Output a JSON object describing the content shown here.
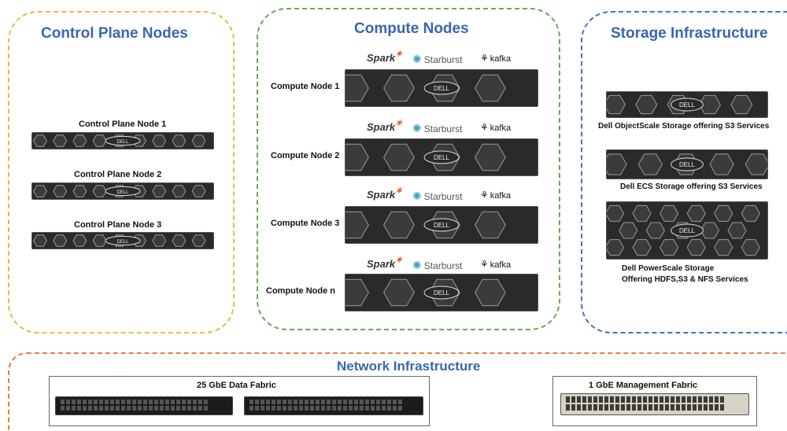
{
  "control": {
    "title": "Control Plane Nodes",
    "nodes": [
      "Control Plane Node 1",
      "Control Plane Node 2",
      "Control Plane Node 3"
    ]
  },
  "compute": {
    "title": "Compute Nodes",
    "logos": {
      "spark": "Spark",
      "starburst": "Starburst",
      "kafka": "kafka"
    },
    "nodes": [
      "Compute Node 1",
      "Compute Node 2",
      "Compute Node 3",
      "Compute Node n"
    ]
  },
  "storage": {
    "title": "Storage Infrastructure",
    "items": [
      "Dell ObjectScale Storage offering S3 Services",
      "Dell ECS Storage offering S3 Services",
      "Dell PowerScale Storage",
      "Offering HDFS,S3 & NFS Services"
    ]
  },
  "network": {
    "title": "Network Infrastructure",
    "data_fabric": "25 GbE Data Fabric",
    "mgmt_fabric": "1 GbE Management Fabric"
  },
  "colors": {
    "control_border": "#e8b94a",
    "compute_border": "#6aa85a",
    "storage_border": "#4472c4",
    "network_border": "#ed7d31",
    "title": "#3a66b0"
  },
  "brand": "DELL"
}
